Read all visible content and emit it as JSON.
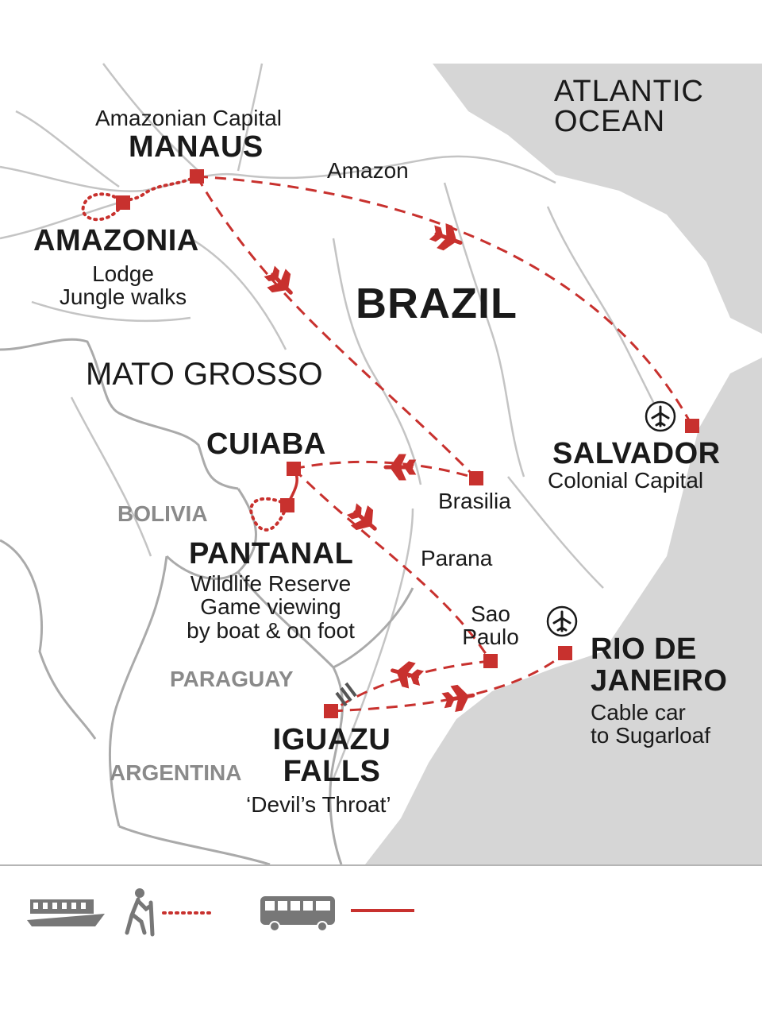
{
  "colors": {
    "route": "#c8312e",
    "land": "#ffffff",
    "sea": "#d6d6d6",
    "border": "#aaaaaa",
    "river": "#c4c4c4",
    "country_label": "#8a8a8a",
    "text": "#1a1a1a",
    "legend_icon": "#777777"
  },
  "labels": {
    "ocean": "ATLANTIC\nOCEAN",
    "country_main": "BRAZIL",
    "region_mato": "MATO GROSSO",
    "bolivia": "BOLIVIA",
    "paraguay": "PARAGUAY",
    "argentina": "ARGENTINA",
    "amazon": "Amazon",
    "manaus_sub": "Amazonian Capital",
    "manaus": "MANAUS",
    "amazonia": "AMAZONIA",
    "amazonia_notes": "Lodge\nJungle walks",
    "cuiaba": "CUIABA",
    "brasilia": "Brasilia",
    "pantanal": "PANTANAL",
    "pantanal_notes": "Wildlife Reserve\nGame viewing\nby boat & on foot",
    "parana": "Parana",
    "sao_paulo": "Sao\nPaulo",
    "salvador": "SALVADOR",
    "salvador_sub": "Colonial Capital",
    "rio": "RIO DE\nJANEIRO",
    "rio_notes": "Cable car\nto Sugarloaf",
    "iguazu": "IGUAZU\nFALLS",
    "iguazu_sub": "‘Devil’s Throat’"
  },
  "icons": {
    "stop_marker": "red-square-icon",
    "flight": "airplane-icon",
    "airport": "airport-circle-icon",
    "waterfall": "waterfall-icon"
  },
  "legend": [
    {
      "icon": "boat-icon",
      "line": "dotted"
    },
    {
      "icon": "hiker-icon",
      "line": "dotted"
    },
    {
      "icon": "bus-icon",
      "line": "solid"
    }
  ]
}
